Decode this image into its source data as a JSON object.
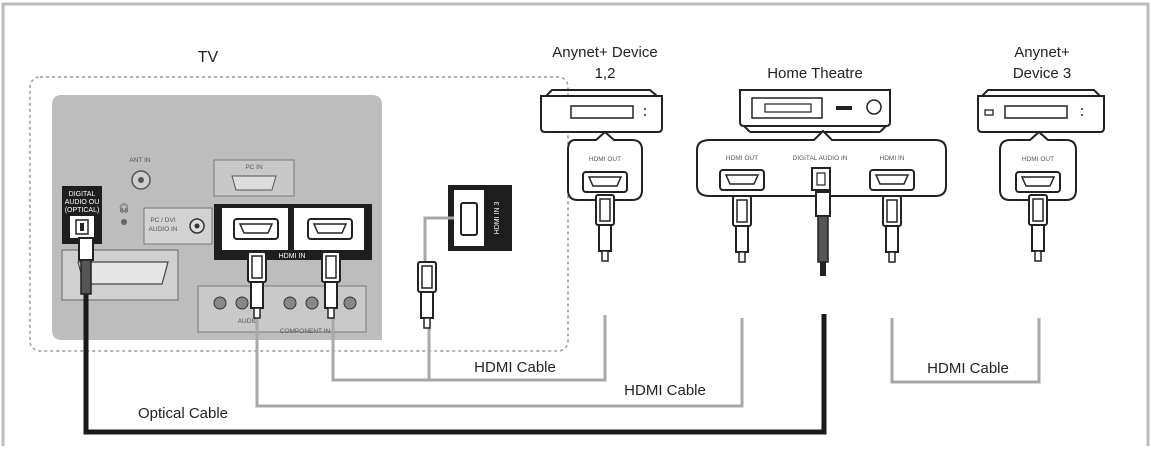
{
  "labels": {
    "tv": "TV",
    "anynet_12_line1": "Anynet+ Device",
    "anynet_12_line2": "1,2",
    "home_theatre": "Home Theatre",
    "anynet_3_line1": "Anynet+",
    "anynet_3_line2": "Device 3",
    "hdmi_cable_1": "HDMI Cable",
    "hdmi_cable_2": "HDMI Cable",
    "hdmi_cable_3": "HDMI Cable",
    "optical_cable": "Optical Cable"
  },
  "ports": {
    "hdmi_out_dev12": "HDMI OUT",
    "ht_hdmi_out": "HDMI OUT",
    "ht_digital_audio_in": "DIGITAL AUDIO IN",
    "ht_hdmi_in": "HDMI IN",
    "hdmi_out_dev3": "HDMI OUT",
    "tv_ant_in": "ANT IN",
    "tv_pc_in": "PC IN",
    "tv_pc_dvi_audio_in_1": "PC / DVI",
    "tv_pc_dvi_audio_in_2": "AUDIO IN",
    "tv_digital_audio_1": "DIGITAL",
    "tv_digital_audio_2": "AUDIO OU",
    "tv_digital_audio_3": "(OPTICAL)",
    "tv_hdmi_in": "HDMI IN",
    "tv_hdmi_in_3": "HDMI IN 3",
    "tv_component_in": "COMPONENT IN",
    "tv_audio": "AUDIO"
  },
  "colors": {
    "frame": "#bbbbbb",
    "tv_panel": "#bdbdbd",
    "cable_gray": "#a8a8a8",
    "cable_black": "#1a1a1a",
    "port_black": "#1e1e1e"
  }
}
